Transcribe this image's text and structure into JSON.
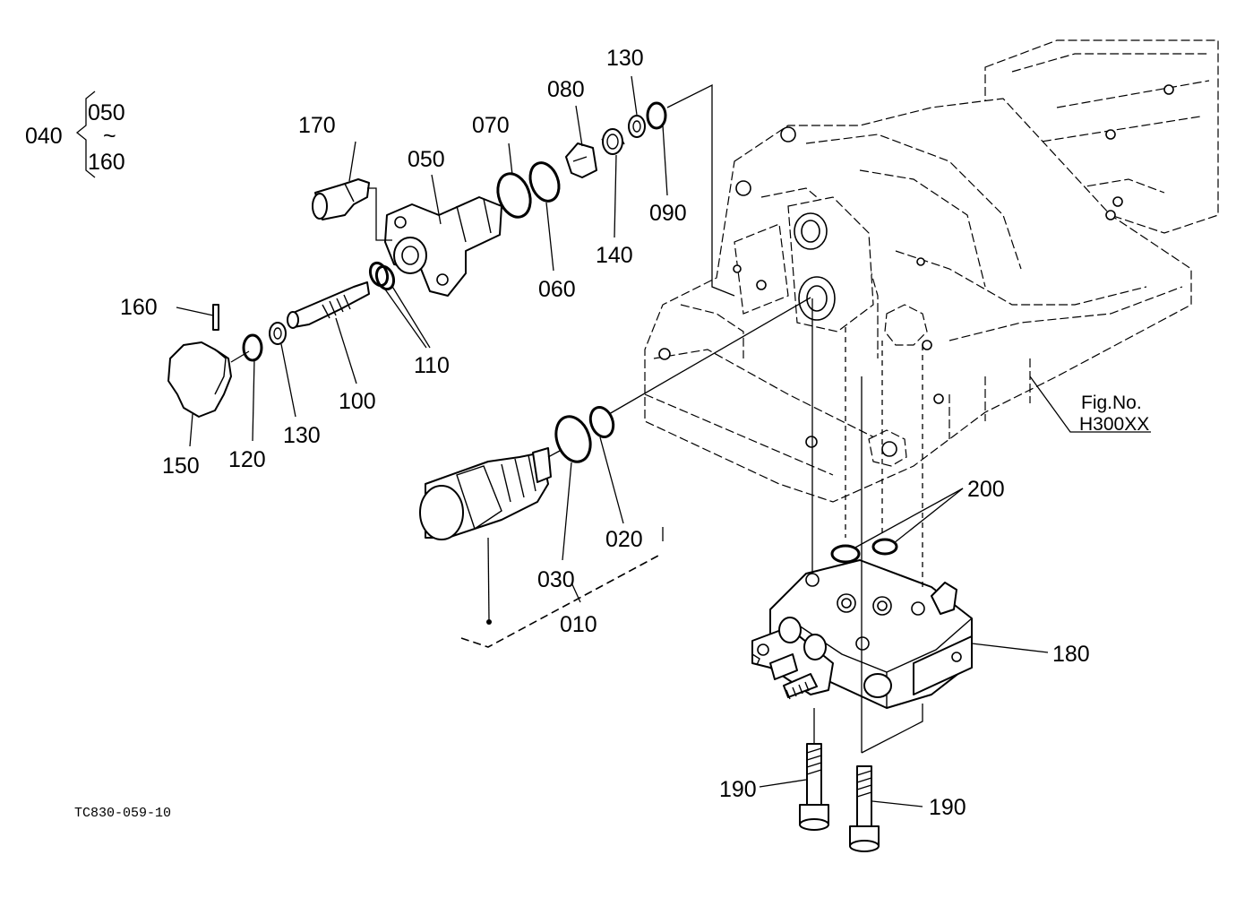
{
  "diagram": {
    "labels": {
      "p040": "040",
      "p050_top": "050",
      "tilde": "~",
      "p160_top": "160",
      "p170": "170",
      "p050": "050",
      "p070": "070",
      "p080": "080",
      "p130_top": "130",
      "p090": "090",
      "p140": "140",
      "p060": "060",
      "p160": "160",
      "p110": "110",
      "p100": "100",
      "p130": "130",
      "p120": "120",
      "p150": "150",
      "p020": "020",
      "p030": "030",
      "p010": "010",
      "p200": "200",
      "p180": "180",
      "p190_left": "190",
      "p190_right": "190"
    },
    "figure_reference": {
      "line1": "Fig.No.",
      "line2": "H300XX"
    },
    "drawing_code": "TC830-059-10"
  }
}
